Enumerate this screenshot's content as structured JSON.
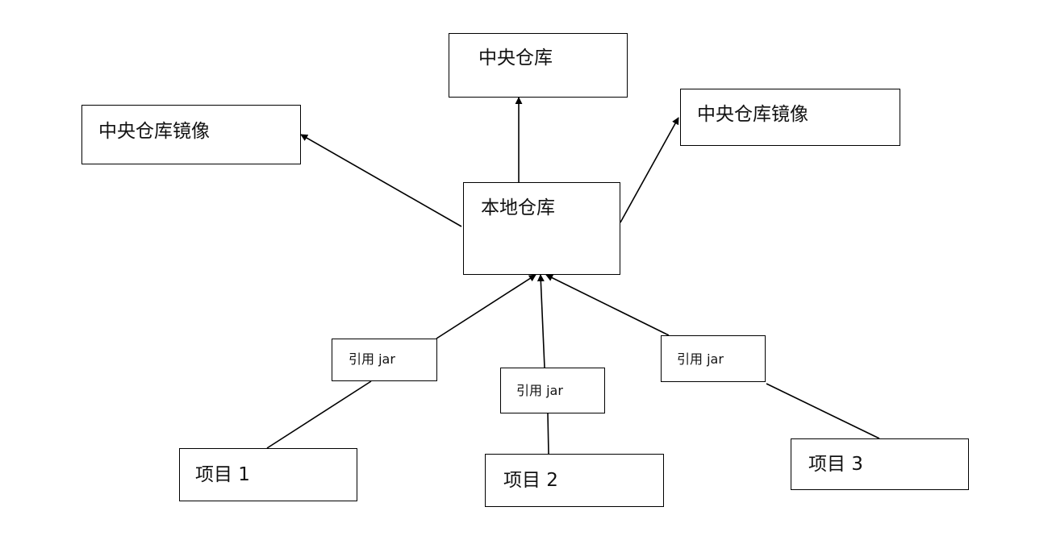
{
  "diagram": {
    "nodes": {
      "central_repo": {
        "label": "中央仓库"
      },
      "mirror_left": {
        "label": "中央仓库镜像"
      },
      "mirror_right": {
        "label": "中央仓库镜像"
      },
      "local_repo": {
        "label": "本地仓库"
      },
      "ref_jar_1": {
        "label": "引用 jar"
      },
      "ref_jar_2": {
        "label": "引用 jar"
      },
      "ref_jar_3": {
        "label": "引用 jar"
      },
      "project_1": {
        "label": "项目 1"
      },
      "project_2": {
        "label": "项目 2"
      },
      "project_3": {
        "label": "项目 3"
      }
    },
    "edges": [
      {
        "from": "local_repo",
        "to": "central_repo",
        "arrow": "to"
      },
      {
        "from": "local_repo",
        "to": "mirror_left",
        "arrow": "to"
      },
      {
        "from": "local_repo",
        "to": "mirror_right",
        "arrow": "to"
      },
      {
        "from": "project_1",
        "to": "local_repo",
        "via": "ref_jar_1",
        "arrow": "to"
      },
      {
        "from": "project_2",
        "to": "local_repo",
        "via": "ref_jar_2",
        "arrow": "to"
      },
      {
        "from": "project_3",
        "to": "local_repo",
        "via": "ref_jar_3",
        "arrow": "to"
      }
    ]
  }
}
